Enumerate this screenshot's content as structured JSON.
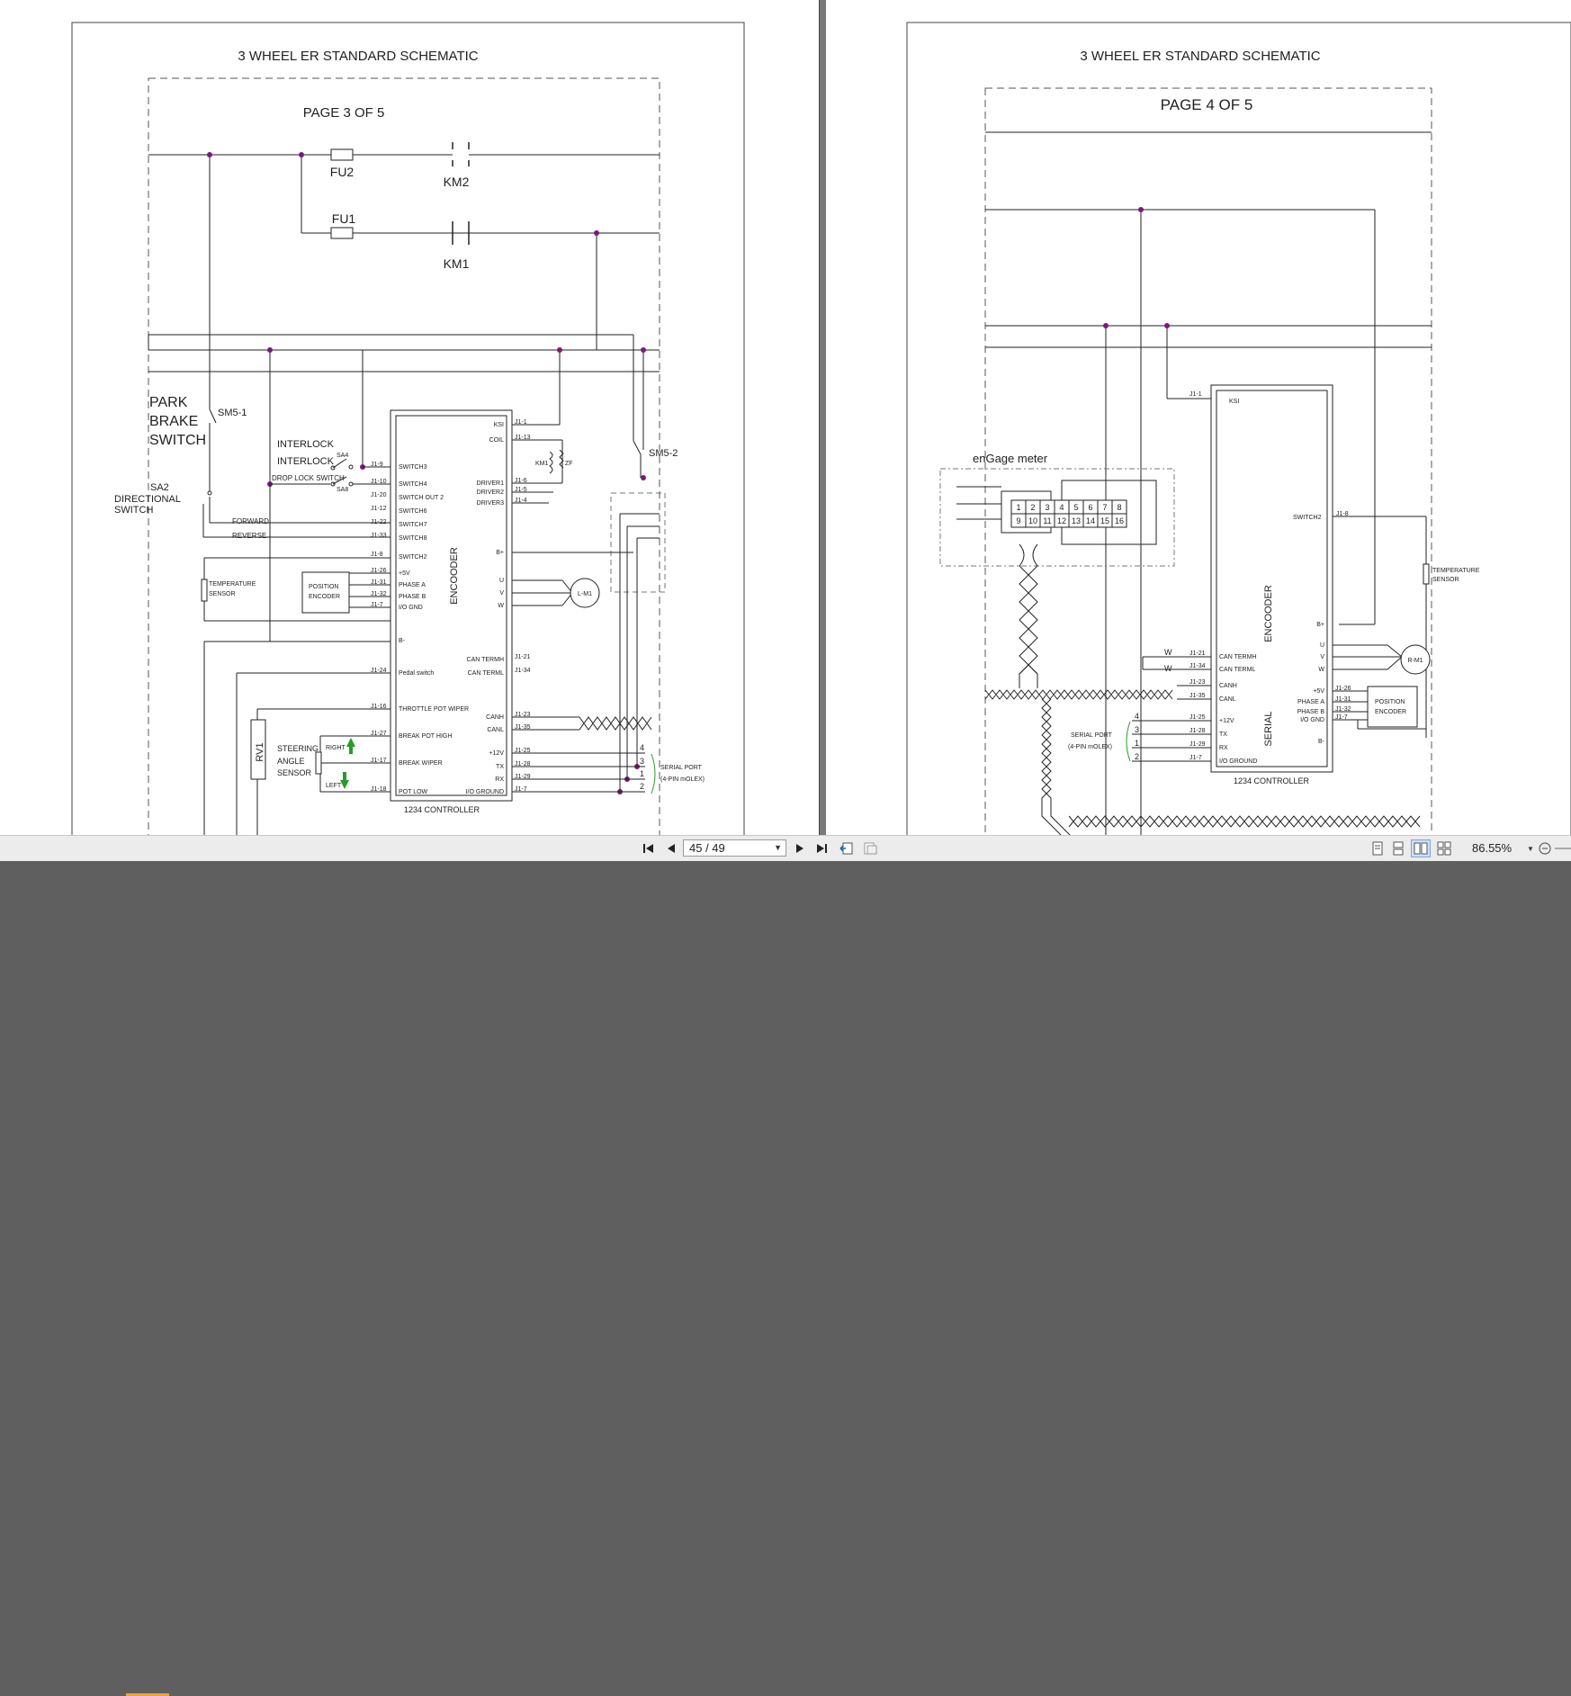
{
  "left_page": {
    "title": "3 WHEEL ER STANDARD SCHEMATIC",
    "page_label": "PAGE 3 OF 5",
    "components": {
      "fu2": "FU2",
      "fu1": "FU1",
      "km2": "KM2",
      "km1": "KM1",
      "park_brake": [
        "PARK",
        "BRAKE",
        "SWITCH"
      ],
      "sm5_1": "SM5-1",
      "sm5_2": "SM5-2",
      "interlock_1": "INTERLOCK",
      "interlock_2": "INTERLOCK",
      "sa4": "SA4",
      "sa8": "SA8",
      "drop_lock": "DROP LOCK SWITCH",
      "sa2": [
        "SA2",
        "DIRECTIONAL",
        "SWITCH"
      ],
      "forward": "FORWARD",
      "reverse": "REVERSE",
      "temp_sensor": [
        "TEMPERATURE",
        "SENSOR"
      ],
      "position_encoder": [
        "POSITION",
        "ENCODER"
      ],
      "rv1": "RV1",
      "steering": [
        "STEERING",
        "ANGLE",
        "SENSOR"
      ],
      "right": "RIGHT",
      "left": "LEFT",
      "encoder": "ENCOODER",
      "controller": "1234 CONTROLLER",
      "km1_coil": "KM1",
      "zf": "ZF",
      "motor": "L-M1",
      "serial_port": [
        "SERIAL PORT",
        "(4-PIN mOLEX)"
      ],
      "serial_pins": [
        "4",
        "3",
        "1",
        "2"
      ]
    },
    "ctrl_left_pins": [
      {
        "pin": "J1-9",
        "name": "SWITCH3"
      },
      {
        "pin": "J1-10",
        "name": "SWITCH4"
      },
      {
        "pin": "J1-20",
        "name": "SWITCH OUT 2"
      },
      {
        "pin": "J1-12",
        "name": "SWITCH6"
      },
      {
        "pin": "J1-22",
        "name": "SWITCH7"
      },
      {
        "pin": "J1-33",
        "name": "SWITCH8"
      },
      {
        "pin": "J1-8",
        "name": "SWITCH2"
      },
      {
        "pin": "J1-26",
        "name": "+5V"
      },
      {
        "pin": "J1-31",
        "name": "PHASE A"
      },
      {
        "pin": "J1-32",
        "name": "PHASE B"
      },
      {
        "pin": "J1-7",
        "name": "I/O GND"
      },
      {
        "pin": "",
        "name": "B-"
      },
      {
        "pin": "J1-24",
        "name": "Pedal switch"
      },
      {
        "pin": "J1-16",
        "name": "THROTTLE POT WIPER"
      },
      {
        "pin": "J1-27",
        "name": "BREAK POT HIGH"
      },
      {
        "pin": "J1-17",
        "name": "BREAK WIPER"
      },
      {
        "pin": "J1-18",
        "name": "POT LOW"
      }
    ],
    "ctrl_right_pins": [
      {
        "pin": "J1-1",
        "name": "KSI"
      },
      {
        "pin": "J1-13",
        "name": "COIL"
      },
      {
        "pin": "J1-6",
        "name": "DRIVER1"
      },
      {
        "pin": "J1-5",
        "name": "DRIVER2"
      },
      {
        "pin": "J1-4",
        "name": "DRIVER3"
      },
      {
        "pin": "",
        "name": "B+"
      },
      {
        "pin": "",
        "name": "U"
      },
      {
        "pin": "",
        "name": "V"
      },
      {
        "pin": "",
        "name": "W"
      },
      {
        "pin": "J1-21",
        "name": "CAN TERMH"
      },
      {
        "pin": "J1-34",
        "name": "CAN TERML"
      },
      {
        "pin": "J1-23",
        "name": "CANH"
      },
      {
        "pin": "J1-35",
        "name": "CANL"
      },
      {
        "pin": "J1-25",
        "name": "+12V"
      },
      {
        "pin": "J1-28",
        "name": "TX"
      },
      {
        "pin": "J1-29",
        "name": "RX"
      },
      {
        "pin": "J1-7",
        "name": "I/O GROUND"
      }
    ]
  },
  "right_page": {
    "title": "3 WHEEL ER STANDARD SCHEMATIC",
    "page_label": "PAGE 4 OF 5",
    "components": {
      "engage_meter": "enGage meter",
      "connector_top": [
        "1",
        "2",
        "3",
        "4",
        "5",
        "6",
        "7",
        "8"
      ],
      "connector_bottom": [
        "9",
        "10",
        "11",
        "12",
        "13",
        "14",
        "15",
        "16"
      ],
      "ksi_pin": "J1-1",
      "ksi": "KSI",
      "switch2": "SWITCH2",
      "switch2_pin": "J1-8",
      "temp_sensor": [
        "TEMPERATURE",
        "SENSOR"
      ],
      "encoder": "ENCOODER",
      "serial": "SERIAL",
      "controller": "1234 CONTROLLER",
      "motor": "R-M1",
      "position_encoder": [
        "POSITION",
        "ENCODER"
      ],
      "serial_port": [
        "SERIAL PORT",
        "(4-PIN mOLEX)"
      ],
      "serial_pins": [
        "4",
        "3",
        "1",
        "2"
      ],
      "w1": "W",
      "w2": "W"
    },
    "ctrl_left_pins": [
      {
        "pin": "J1-21",
        "name": "CAN TERMH"
      },
      {
        "pin": "J1-34",
        "name": "CAN TERML"
      },
      {
        "pin": "J1-23",
        "name": "CANH"
      },
      {
        "pin": "J1-35",
        "name": "CANL"
      },
      {
        "pin": "J1-25",
        "name": "+12V"
      },
      {
        "pin": "J1-28",
        "name": "TX"
      },
      {
        "pin": "J1-29",
        "name": "RX"
      },
      {
        "pin": "J1-7",
        "name": "I/O GROUND"
      }
    ],
    "ctrl_right_pins": [
      {
        "pin": "",
        "name": "B+"
      },
      {
        "pin": "",
        "name": "U"
      },
      {
        "pin": "",
        "name": "V"
      },
      {
        "pin": "",
        "name": "W"
      },
      {
        "pin": "J1-26",
        "name": "+5V"
      },
      {
        "pin": "J1-31",
        "name": "PHASE A"
      },
      {
        "pin": "J1-32",
        "name": "PHASE B"
      },
      {
        "pin": "J1-7",
        "name": "I/O GND"
      },
      {
        "pin": "",
        "name": "B-"
      }
    ]
  },
  "toolbar": {
    "page_field": "45 / 49",
    "zoom": "86.55%"
  },
  "icons": {
    "first": "first-page-icon",
    "prev": "previous-page-icon",
    "next": "next-page-icon",
    "last": "last-page-icon"
  }
}
